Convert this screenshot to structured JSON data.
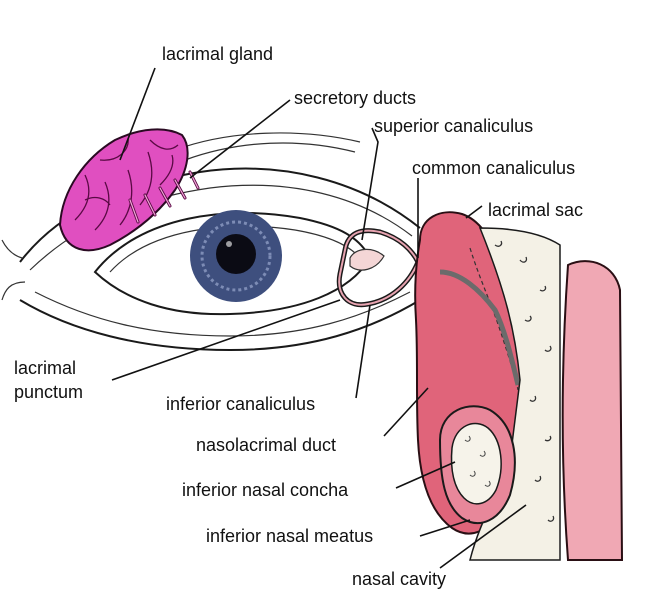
{
  "labels": {
    "lacrimal_gland": "lacrimal gland",
    "secretory_ducts": "secretory ducts",
    "superior_canaliculus": "superior canaliculus",
    "common_canaliculus": "common canaliculus",
    "lacrimal_sac": "lacrimal sac",
    "lacrimal_punctum_line1": "lacrimal",
    "lacrimal_punctum_line2": "punctum",
    "inferior_canaliculus": "inferior canaliculus",
    "nasolacrimal_duct": "nasolacrimal duct",
    "inferior_nasal_concha": "inferior nasal concha",
    "inferior_nasal_meatus": "inferior nasal meatus",
    "nasal_cavity": "nasal cavity"
  },
  "colors": {
    "gland": "#e04fc0",
    "sac": "#e0647a",
    "tissue": "#f0a8b4",
    "iris": "#3e4f7e",
    "pupil": "#0b0b14",
    "bone": "#f4f1e6"
  }
}
